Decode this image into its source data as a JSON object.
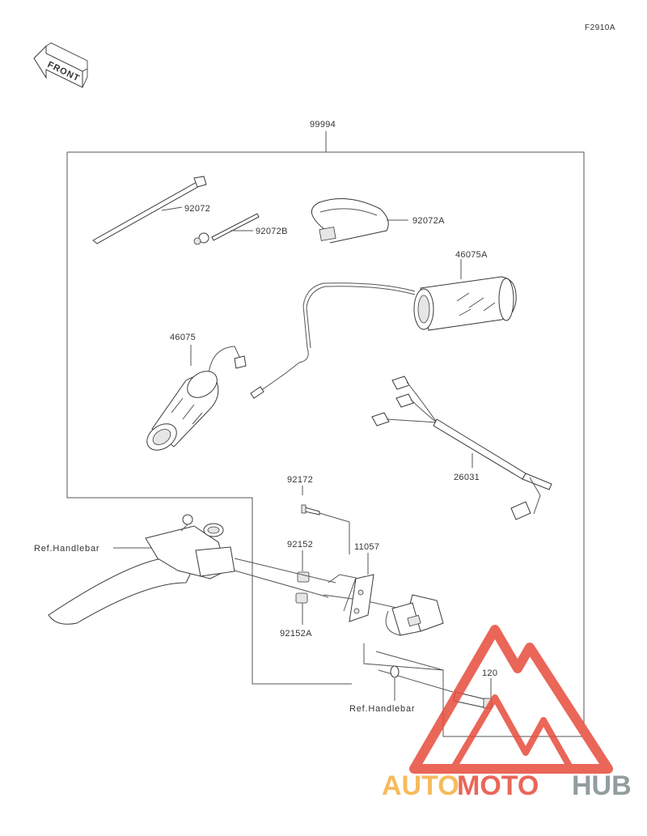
{
  "figure_code": "F2910A",
  "front_label": "FRONT",
  "assembly_number": "99994",
  "parts": {
    "p92072": "92072",
    "p92072B": "92072B",
    "p92072A": "92072A",
    "p46075A": "46075A",
    "p46075": "46075",
    "p26031": "26031",
    "p92172": "92172",
    "p92152": "92152",
    "p11057": "11057",
    "p92152A": "92152A",
    "p120": "120"
  },
  "ref_labels": {
    "handlebar_left": "Ref.Handlebar",
    "handlebar_right": "Ref.Handlebar"
  },
  "watermark": {
    "part1": "AUTO",
    "part2": "MOTO",
    "part3": "HUB",
    "color_orange": "#f5b041",
    "color_red": "#e74c3c",
    "color_gray": "#7f8c8d"
  }
}
